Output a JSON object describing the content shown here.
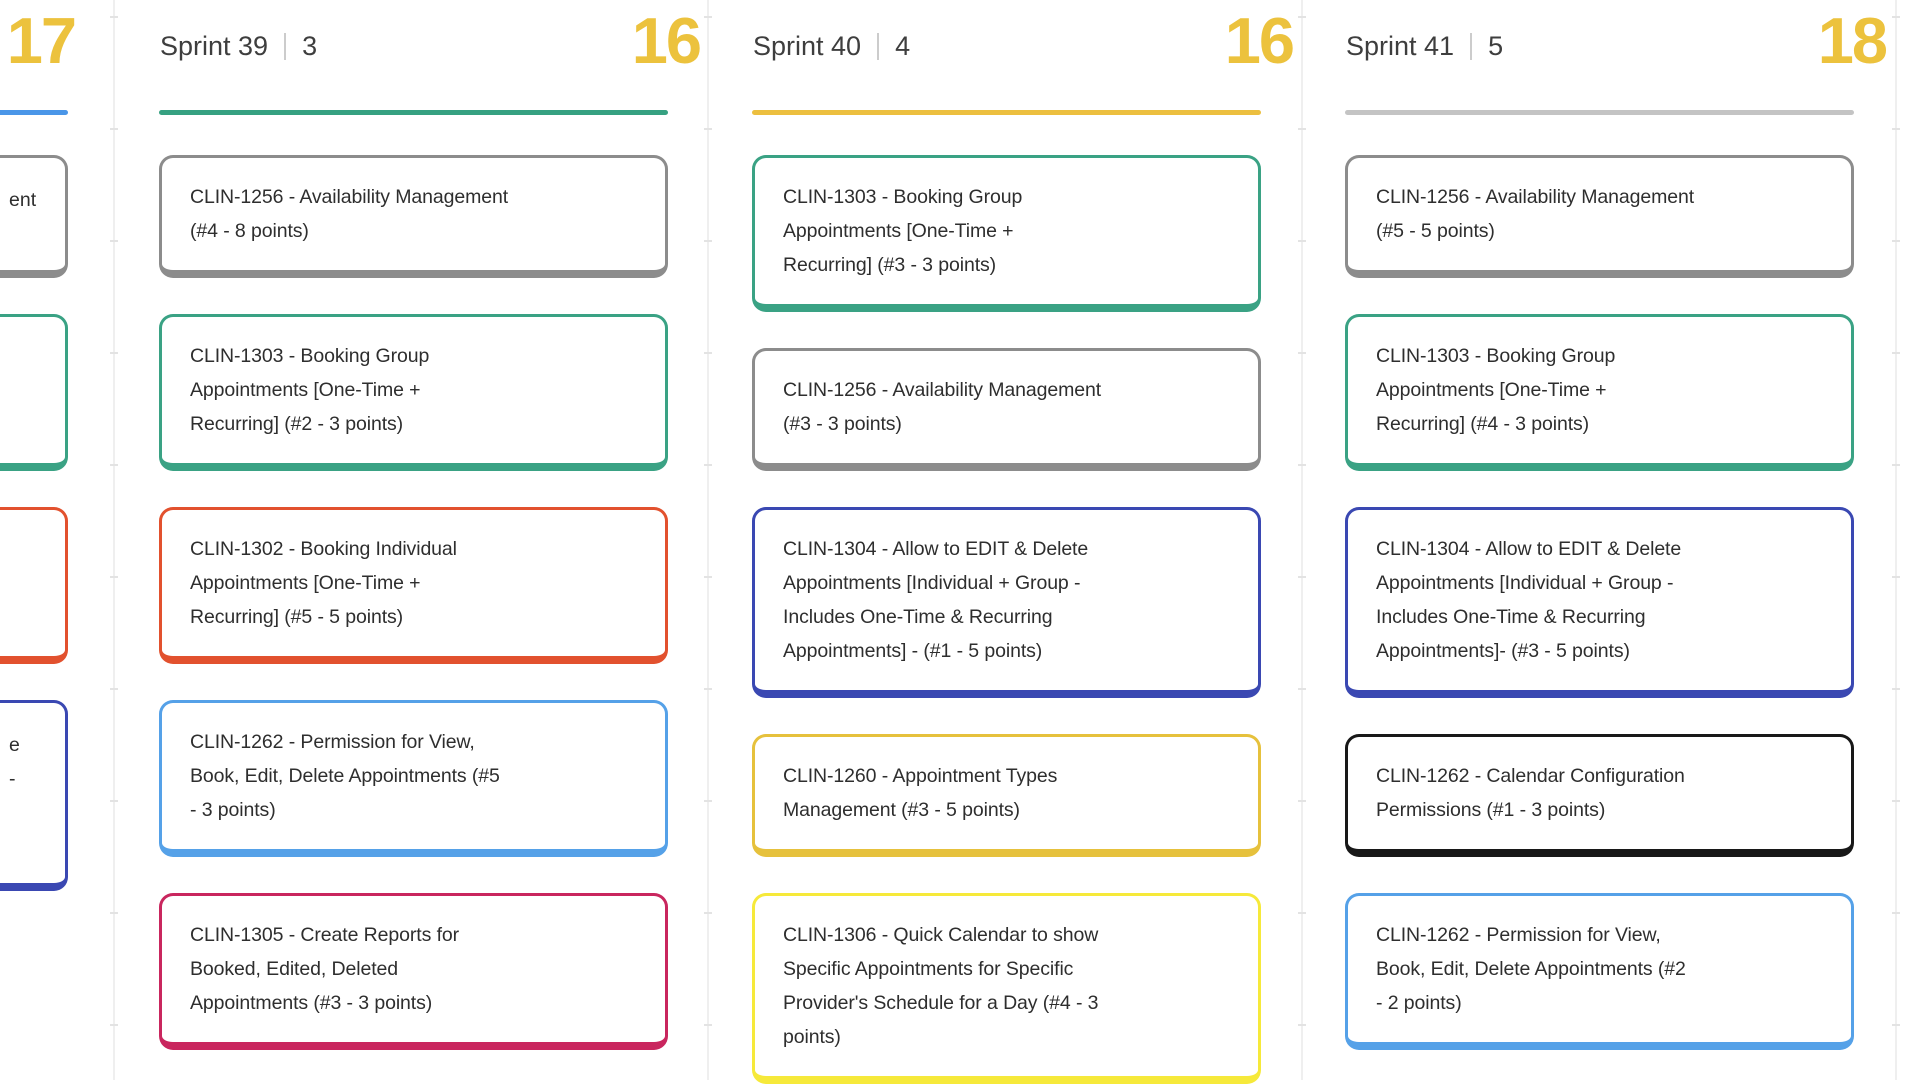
{
  "styles": {
    "big_number_color": "#ecc23d",
    "header_text_color": "#3e3e3e",
    "separator_color": "#cccccc",
    "gutter_line_color": "#efefef",
    "card_text_color": "#2e2e2e"
  },
  "board": {
    "columns": [
      {
        "name": "",
        "count": "",
        "total_points": "17",
        "accent_color": "#4a96e8",
        "partial": true,
        "cards": [
          {
            "border_color": "#8c8c8c",
            "size": 2,
            "visible_lines": [
              "ent"
            ]
          },
          {
            "border_color": "#3aa284",
            "size": 3,
            "visible_lines": []
          },
          {
            "border_color": "#e2512e",
            "size": 3,
            "visible_lines": []
          },
          {
            "border_color": "#3a48b2",
            "size": 4,
            "visible_lines": [
              "e",
              "-"
            ]
          }
        ]
      },
      {
        "name": "Sprint 39",
        "count": "3",
        "total_points": "16",
        "accent_color": "#36a181",
        "cards": [
          {
            "border_color": "#8c8c8c",
            "lines": [
              "CLIN-1256 - Availability Management",
              "(#4 - 8 points)"
            ]
          },
          {
            "border_color": "#3aa284",
            "lines": [
              "CLIN-1303 - Booking Group",
              "Appointments [One-Time +",
              "Recurring] (#2 - 3 points)"
            ]
          },
          {
            "border_color": "#e2512e",
            "lines": [
              "CLIN-1302 - Booking Individual",
              "Appointments [One-Time +",
              "Recurring] (#5 - 5 points)"
            ]
          },
          {
            "border_color": "#55a1e8",
            "lines": [
              "CLIN-1262 - Permission for View,",
              "Book, Edit, Delete Appointments (#5",
              "- 3 points)"
            ]
          },
          {
            "border_color": "#c9265e",
            "lines": [
              "CLIN-1305 - Create Reports for",
              "Booked, Edited, Deleted",
              "Appointments (#3 - 3 points)"
            ]
          }
        ]
      },
      {
        "name": "Sprint 40",
        "count": "4",
        "total_points": "16",
        "accent_color": "#ecbf3f",
        "cards": [
          {
            "border_color": "#3aa284",
            "lines": [
              "CLIN-1303 - Booking Group",
              "Appointments [One-Time +",
              "Recurring] (#3 - 3 points)"
            ]
          },
          {
            "border_color": "#8c8c8c",
            "lines": [
              "CLIN-1256 - Availability Management",
              "(#3 - 3 points)"
            ]
          },
          {
            "border_color": "#3a48b2",
            "lines": [
              "CLIN-1304 - Allow to EDIT & Delete",
              "Appointments [Individual + Group -",
              "Includes One-Time & Recurring",
              "Appointments] - (#1 - 5 points)"
            ]
          },
          {
            "border_color": "#e6c13c",
            "lines": [
              "CLIN-1260 - Appointment Types",
              "Management (#3 - 5 points)"
            ]
          },
          {
            "border_color": "#f6e93a",
            "lines": [
              "CLIN-1306 - Quick Calendar to show",
              "Specific Appointments for Specific",
              "Provider's Schedule for a Day (#4 - 3",
              "points)"
            ]
          }
        ]
      },
      {
        "name": "Sprint 41",
        "count": "5",
        "total_points": "18",
        "accent_color": "#c4c4c4",
        "cards": [
          {
            "border_color": "#8c8c8c",
            "lines": [
              "CLIN-1256 - Availability Management",
              "(#5 - 5 points)"
            ]
          },
          {
            "border_color": "#3aa284",
            "lines": [
              "CLIN-1303 - Booking Group",
              "Appointments [One-Time +",
              "Recurring] (#4 - 3 points)"
            ]
          },
          {
            "border_color": "#3a48b2",
            "lines": [
              "CLIN-1304 - Allow to EDIT & Delete",
              "Appointments [Individual + Group -",
              "Includes One-Time & Recurring",
              "Appointments]- (#3 - 5 points)"
            ]
          },
          {
            "border_color": "#181818",
            "lines": [
              "CLIN-1262 - Calendar Configuration",
              "Permissions (#1 - 3 points)"
            ]
          },
          {
            "border_color": "#55a1e8",
            "lines": [
              "CLIN-1262 - Permission for View,",
              "Book, Edit, Delete Appointments (#2",
              "- 2 points)"
            ]
          }
        ]
      }
    ]
  }
}
